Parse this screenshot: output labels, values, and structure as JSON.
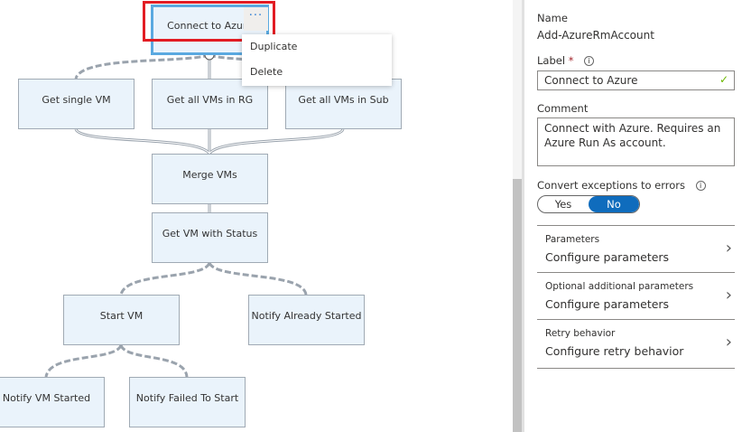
{
  "canvas": {
    "nodes": [
      {
        "id": "connect",
        "label": "Connect to Azure"
      },
      {
        "id": "single",
        "label": "Get single VM"
      },
      {
        "id": "rg",
        "label": "Get all VMs in RG"
      },
      {
        "id": "sub",
        "label": "Get all VMs in Sub"
      },
      {
        "id": "merge",
        "label": "Merge VMs"
      },
      {
        "id": "status",
        "label": "Get VM with Status"
      },
      {
        "id": "start",
        "label": "Start VM"
      },
      {
        "id": "already",
        "label": "Notify Already Started"
      },
      {
        "id": "started",
        "label": "Notify VM Started"
      },
      {
        "id": "failed",
        "label": "Notify Failed To Start"
      }
    ],
    "more_label": "···",
    "context_menu": [
      "Duplicate",
      "Delete"
    ]
  },
  "panel": {
    "name_label": "Name",
    "name_value": "Add-AzureRmAccount",
    "label_label": "Label",
    "required_mark": "*",
    "label_value": "Connect to Azure",
    "comment_label": "Comment",
    "comment_value": "Connect with Azure.  Requires an Azure Run As account.",
    "exceptions_label": "Convert exceptions to errors",
    "toggle": {
      "yes": "Yes",
      "no": "No",
      "selected": "No"
    },
    "sections": [
      {
        "title": "Parameters",
        "value": "Configure parameters"
      },
      {
        "title": "Optional additional parameters",
        "value": "Configure parameters"
      },
      {
        "title": "Retry behavior",
        "value": "Configure retry behavior"
      }
    ]
  },
  "colors": {
    "accent": "#0f6cbd",
    "selection": "#5aa9e0",
    "highlight": "#e21c23",
    "node_fill": "#eaf3fb"
  }
}
